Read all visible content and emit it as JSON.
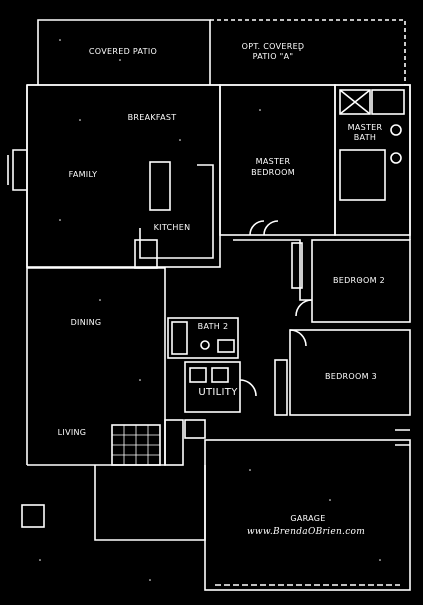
{
  "labels": {
    "covered_patio": "COVERED PATIO",
    "opt_covered_patio_line1": "OPT. COVERED",
    "opt_covered_patio_line2": "PATIO \"A\"",
    "breakfast": "BREAKFAST",
    "master_bath_line1": "MASTER",
    "master_bath_line2": "BATH",
    "family": "FAMILY",
    "master_bedroom_line1": "MASTER",
    "master_bedroom_line2": "BEDROOM",
    "kitchen": "KITCHEN",
    "bedroom2": "BEDROOM 2",
    "dining": "DINING",
    "bath2": "BATH 2",
    "bedroom3": "BEDROOM 3",
    "utility": "UTILITY",
    "living": "LIVING",
    "garage": "GARAGE",
    "watermark": "www.BrendaOBrien.com"
  },
  "colors": {
    "background": "#000000",
    "line": "#ffffff"
  }
}
